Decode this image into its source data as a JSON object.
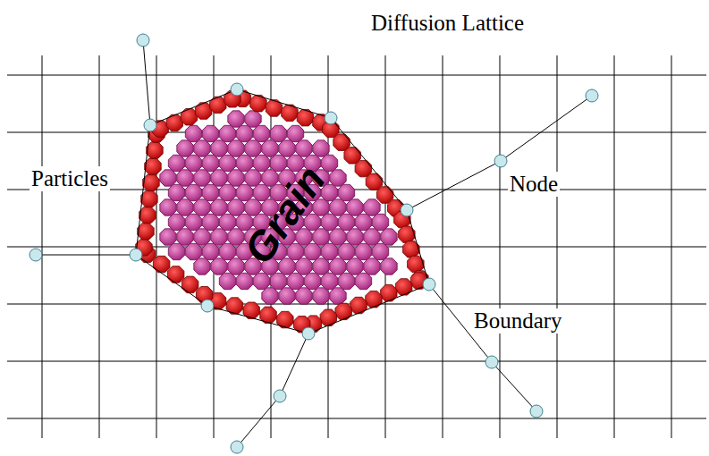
{
  "diagram": {
    "nodes": [
      {
        "text": [
          "Grain"
        ]
      }
    ],
    "labels": [
      "Diffusion Lattice",
      "Particles",
      "Node",
      "Boundary"
    ]
  }
}
